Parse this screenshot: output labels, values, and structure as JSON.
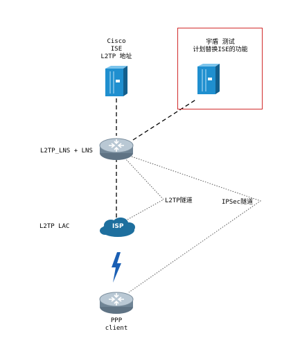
{
  "labels": {
    "cisco_ise": [
      "Cisco",
      "ISE",
      "L2TP 地址"
    ],
    "replacement_note": [
      "宇盾 测试",
      "计划替换ISE的功能"
    ],
    "lns": "L2TP_LNS + LNS",
    "lac": "L2TP LAC",
    "isp": "ISP",
    "l2tp_tunnel": "L2TP隧道",
    "ipsec_tunnel": "IPSec隧道",
    "ppp_client": [
      "PPP",
      "client"
    ]
  },
  "colors": {
    "highlight_box": "#d12a2a",
    "server_blue": "#1f8fcf",
    "router_gray": "#8fa3b3",
    "cloud_blue": "#1e6f9e",
    "lightning": "#1a5fb4"
  },
  "icons": [
    "server-icon",
    "router-icon",
    "cloud-icon",
    "lightning-icon"
  ]
}
